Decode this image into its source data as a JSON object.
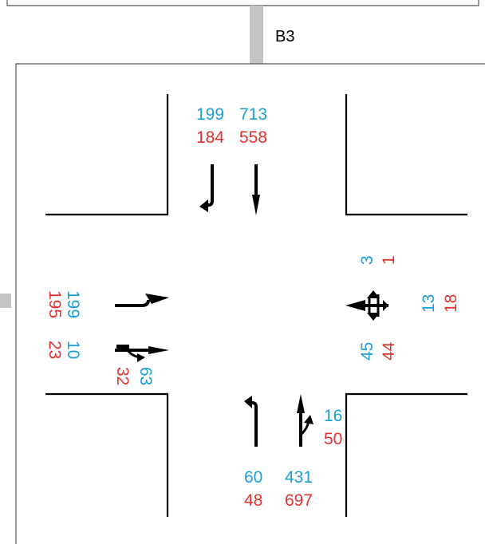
{
  "colors": {
    "blue": "#1a9fd6",
    "red": "#e0322e",
    "line": "#000000",
    "connector": "#c4c4c4",
    "border": "#555555"
  },
  "node_label": "B3",
  "approaches": {
    "north": {
      "blue": [
        "199",
        "713"
      ],
      "red": [
        "184",
        "558"
      ]
    },
    "south": {
      "blue": [
        "60",
        "431",
        "16"
      ],
      "red": [
        "48",
        "697",
        "50"
      ]
    },
    "west": {
      "blue": [
        "199",
        "10",
        "63"
      ],
      "red": [
        "195",
        "23",
        "32"
      ]
    },
    "east": {
      "blue": [
        "3",
        "13",
        "45"
      ],
      "red": [
        "1",
        "18",
        "44"
      ]
    }
  },
  "arrow_icons": {
    "north": [
      "right-turn-arrow-icon",
      "straight-arrow-icon"
    ],
    "south": [
      "left-turn-arrow-icon",
      "straight-right-arrow-icon"
    ],
    "west": [
      "left-turn-arrow-icon",
      "straight-right-arrow-icon"
    ],
    "east": [
      "all-direction-arrow-icon"
    ]
  }
}
